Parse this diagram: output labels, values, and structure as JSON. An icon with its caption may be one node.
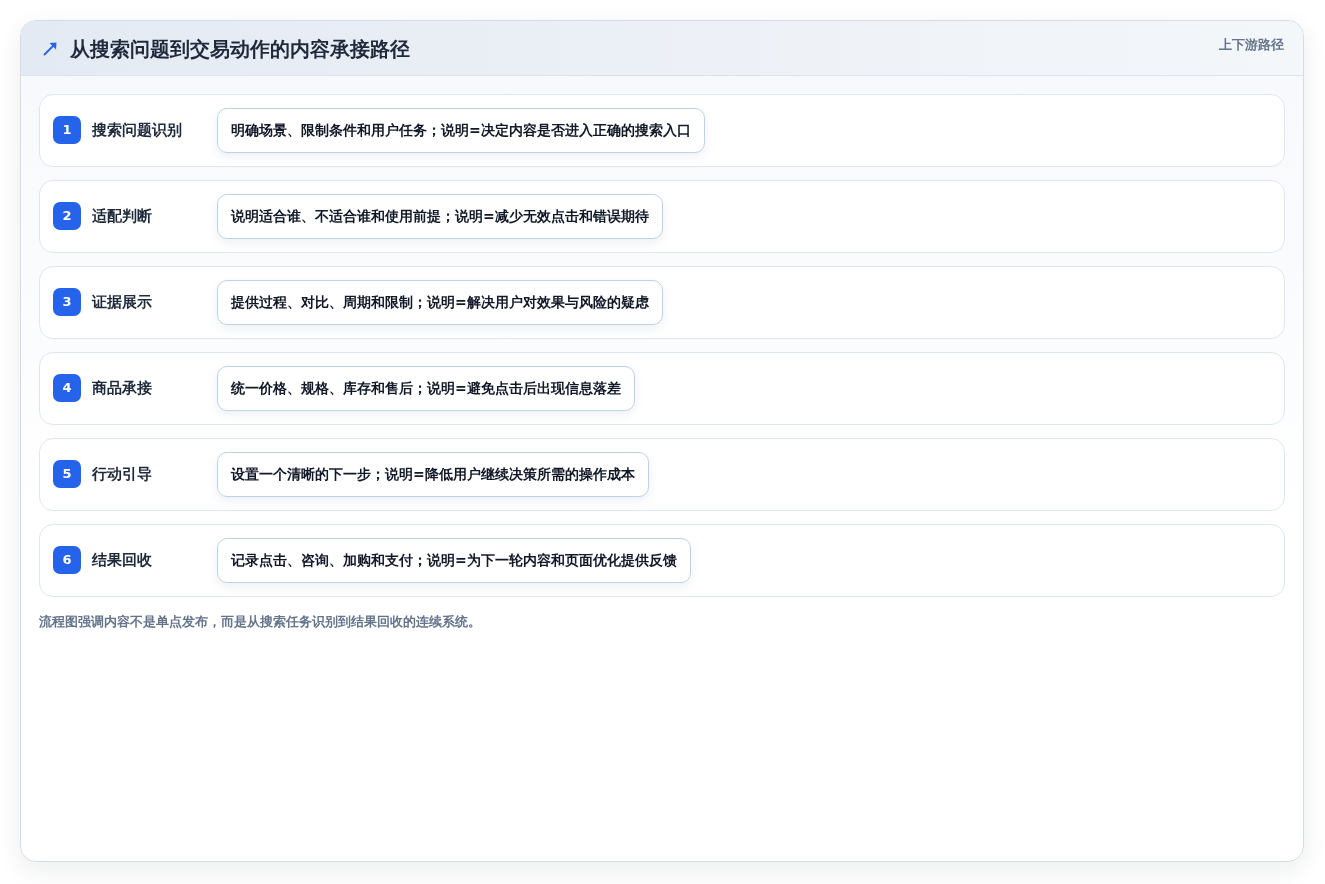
{
  "diagram": {
    "title": "从搜索问题到交易动作的内容承接路径",
    "caption": "流程图强调内容不是单点发布，而是从搜索任务识别到结果回收的连续系统。",
    "nodes": [
      {
        "text": [
          "搜索问题识别"
        ]
      },
      {
        "text": [
          "1"
        ],
        "in": 0
      },
      {
        "text": [
          "明确场景、限制条件和用户任务；说明=决定内容是否进入正确的搜索入口"
        ],
        "in": 0
      },
      {
        "text": [
          "适配判断"
        ]
      },
      {
        "text": [
          "2"
        ],
        "in": 3
      },
      {
        "text": [
          "说明适合谁、不适合谁和使用前提；说明=减少无效点击和错误期待"
        ],
        "in": 3
      },
      {
        "text": [
          "证据展示"
        ]
      },
      {
        "text": [
          "3"
        ],
        "in": 6
      },
      {
        "text": [
          "提供过程、对比、周期和限制；说明=解决用户对效果与风险的疑虑"
        ],
        "in": 6
      },
      {
        "text": [
          "商品承接"
        ]
      },
      {
        "text": [
          "4"
        ],
        "in": 9
      },
      {
        "text": [
          "统一价格、规格、库存和售后；说明=避免点击后出现信息落差"
        ],
        "in": 9
      },
      {
        "text": [
          "行动引导"
        ]
      },
      {
        "text": [
          "5"
        ],
        "in": 12
      },
      {
        "text": [
          "设置一个清晰的下一步；说明=降低用户继续决策所需的操作成本"
        ],
        "in": 12
      },
      {
        "text": [
          "结果回收"
        ]
      },
      {
        "text": [
          "6"
        ],
        "in": 15
      },
      {
        "text": [
          "记录点击、咨询、加购和支付；说明=为下一轮内容和页面优化提供反馈"
        ],
        "in": 15
      }
    ],
    "labels": [
      "上下游路径"
    ]
  }
}
